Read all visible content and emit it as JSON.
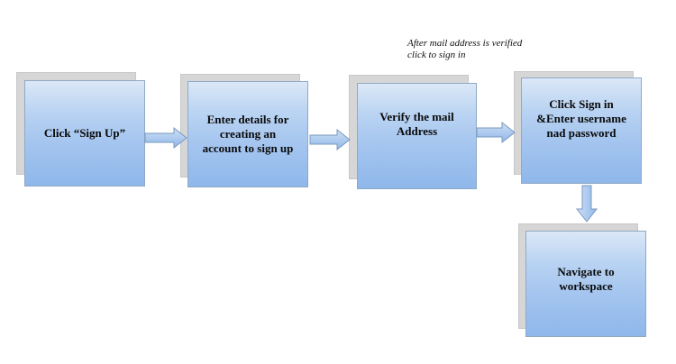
{
  "diagram": {
    "steps": [
      {
        "label": "Click “Sign Up”"
      },
      {
        "label": "Enter details for\ncreating an\naccount to sign up"
      },
      {
        "label": "Verify the mail\nAddress"
      },
      {
        "label": "Click Sign in\n&Enter username\nnad password"
      },
      {
        "label": "Navigate to\nworkspace"
      }
    ],
    "annotation": "After mail address is verified\nclick to sign in"
  }
}
